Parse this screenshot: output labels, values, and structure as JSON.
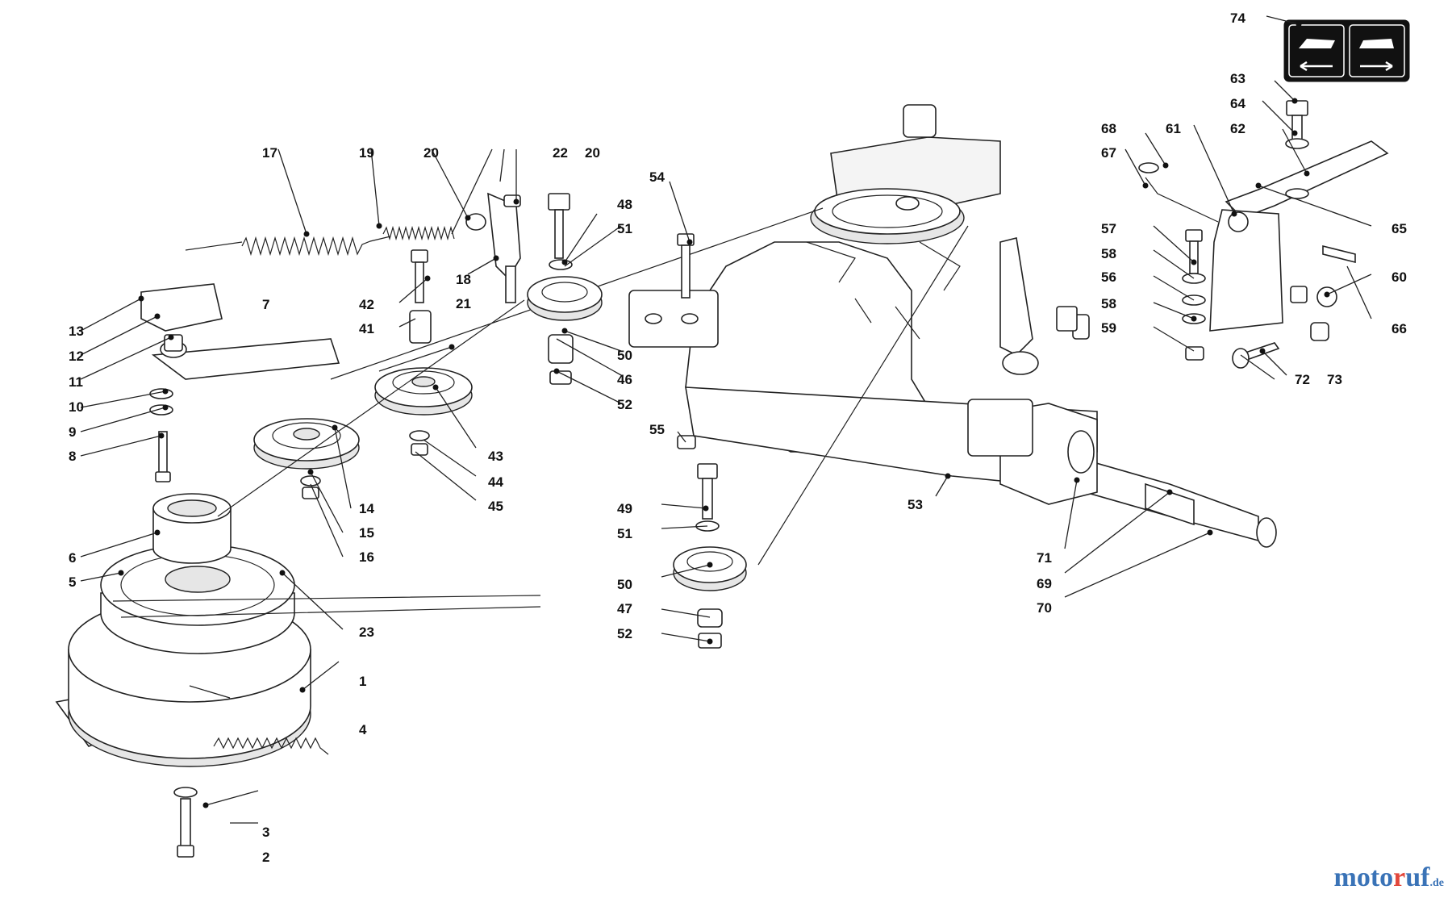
{
  "diagram": {
    "callouts": [
      "1",
      "2",
      "3",
      "4",
      "5",
      "6",
      "7",
      "8",
      "9",
      "10",
      "11",
      "12",
      "13",
      "14",
      "15",
      "16",
      "17",
      "18",
      "19",
      "20",
      "20",
      "21",
      "22",
      "23",
      "41",
      "42",
      "43",
      "44",
      "45",
      "46",
      "47",
      "48",
      "49",
      "50",
      "50",
      "51",
      "51",
      "52",
      "52",
      "53",
      "54",
      "55",
      "56",
      "57",
      "58",
      "58",
      "59",
      "60",
      "61",
      "62",
      "63",
      "64",
      "65",
      "66",
      "67",
      "68",
      "69",
      "70",
      "71",
      "72",
      "73",
      "74"
    ]
  },
  "watermark": {
    "part1": "moto",
    "part2": "r",
    "part3": "uf",
    "part4": ".de"
  }
}
